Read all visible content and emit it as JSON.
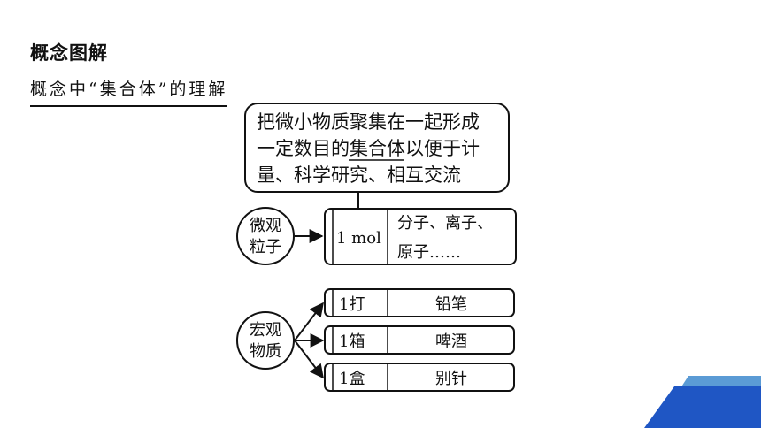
{
  "heading": "概念图解",
  "subheading": "概念中“集合体”的理解",
  "definition": {
    "line1": "把微小物质聚集在一起形成",
    "line2_before": "一定数目的",
    "line2_emphasis": "集合体",
    "line2_after": "以便于计",
    "line3": "量、科学研究、相互交流"
  },
  "micro": {
    "label_line1": "微观",
    "label_line2": "粒子",
    "unit": "1 mol",
    "content_line1": "分子、离子、",
    "content_line2": "原子……"
  },
  "macro": {
    "label_line1": "宏观",
    "label_line2": "物质",
    "rows": [
      {
        "unit": "1打",
        "item": "铅笔"
      },
      {
        "unit": "1箱",
        "item": "啤酒"
      },
      {
        "unit": "1盒",
        "item": "别针"
      }
    ]
  },
  "colors": {
    "accent_dark": "#1f56c4",
    "accent_light": "#5b9bd5"
  }
}
